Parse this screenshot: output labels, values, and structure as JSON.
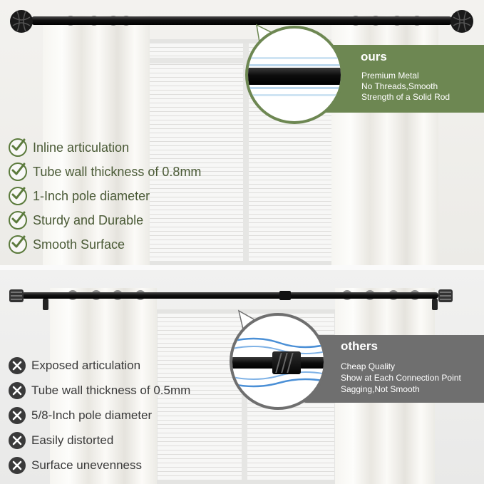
{
  "ours": {
    "title": "ours",
    "lines": [
      "Premium Metal",
      "No Threads,Smooth",
      "Strength of a Solid Rod"
    ],
    "box_color": "#6d8752",
    "features": [
      "Inline articulation",
      "Tube wall thickness of 0.8mm",
      "1-Inch pole diameter",
      "Sturdy and Durable",
      "Smooth Surface"
    ],
    "feature_icon": "check-circle-icon",
    "feature_color": "#5b7a3c"
  },
  "others": {
    "title": "others",
    "lines": [
      "Cheap Quality",
      "Show at Each Connection Point",
      "Sagging,Not Smooth"
    ],
    "box_color": "#6f6f6f",
    "features": [
      "Exposed articulation",
      "Tube wall thickness of 0.5mm",
      "5/8-Inch pole diameter",
      "Easily distorted",
      "Surface unevenness"
    ],
    "feature_icon": "x-circle-icon",
    "feature_color": "#3a3a3a"
  }
}
